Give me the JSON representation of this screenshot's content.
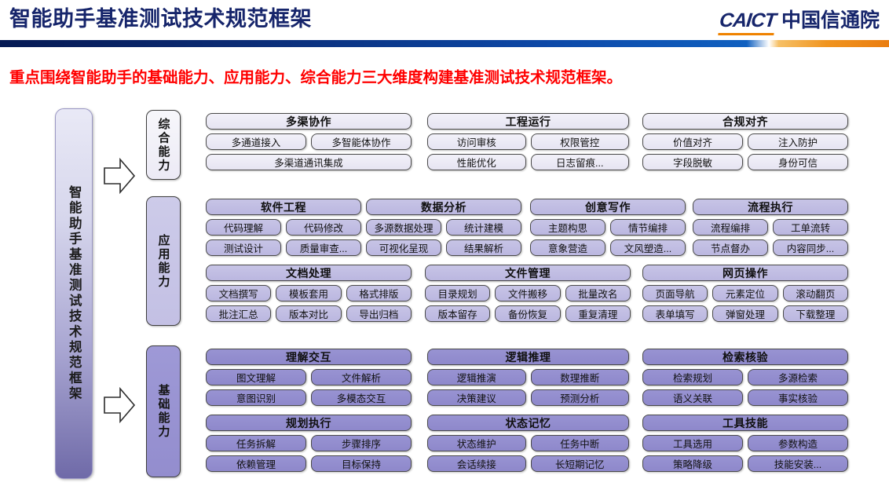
{
  "header": {
    "title": "智能助手基准测试技术规范框架",
    "logo_mark": "CAICT",
    "logo_name": "中国信通院",
    "accent_navy": "#16256b",
    "accent_orange": "#ef8200"
  },
  "subtitle": "重点围绕智能助手的基础能力、应用能力、综合能力三大维度构建基准测试技术规范框架。",
  "spine": {
    "label": "智能助手基准测试技术规范框架"
  },
  "tiers": [
    {
      "id": "comprehensive",
      "label": "综合能力",
      "groups": [
        {
          "title": "多渠协作",
          "rows": [
            [
              "多通道接入",
              "多智能体协作"
            ],
            [
              "多渠道通讯集成"
            ]
          ]
        },
        {
          "title": "工程运行",
          "rows": [
            [
              "访问审核",
              "权限管控"
            ],
            [
              "性能优化",
              "日志留痕..."
            ]
          ]
        },
        {
          "title": "合规对齐",
          "rows": [
            [
              "价值对齐",
              "注入防护"
            ],
            [
              "字段脱敏",
              "身份可信"
            ]
          ]
        }
      ]
    },
    {
      "id": "application",
      "label": "应用能力",
      "groups_row1": [
        {
          "title": "软件工程",
          "rows": [
            [
              "代码理解",
              "代码修改"
            ],
            [
              "测试设计",
              "质量审查..."
            ]
          ]
        },
        {
          "title": "数据分析",
          "rows": [
            [
              "多源数据处理",
              "统计建模"
            ],
            [
              "可视化呈现",
              "结果解析"
            ]
          ]
        },
        {
          "title": "创意写作",
          "rows": [
            [
              "主题构思",
              "情节编排"
            ],
            [
              "意象营造",
              "文风塑造..."
            ]
          ]
        },
        {
          "title": "流程执行",
          "rows": [
            [
              "流程编排",
              "工单流转"
            ],
            [
              "节点督办",
              "内容同步..."
            ]
          ]
        }
      ],
      "groups_row2": [
        {
          "title": "文档处理",
          "rows": [
            [
              "文档撰写",
              "模板套用",
              "格式排版"
            ],
            [
              "批注汇总",
              "版本对比",
              "导出归档"
            ]
          ]
        },
        {
          "title": "文件管理",
          "rows": [
            [
              "目录规划",
              "文件搬移",
              "批量改名"
            ],
            [
              "版本留存",
              "备份恢复",
              "重复清理"
            ]
          ]
        },
        {
          "title": "网页操作",
          "rows": [
            [
              "页面导航",
              "元素定位",
              "滚动翻页"
            ],
            [
              "表单填写",
              "弹窗处理",
              "下载整理"
            ]
          ]
        }
      ]
    },
    {
      "id": "foundation",
      "label": "基础能力",
      "groups_row1": [
        {
          "title": "理解交互",
          "rows": [
            [
              "图文理解",
              "文件解析"
            ],
            [
              "意图识别",
              "多模态交互"
            ]
          ]
        },
        {
          "title": "逻辑推理",
          "rows": [
            [
              "逻辑推演",
              "数理推断"
            ],
            [
              "决策建议",
              "预测分析"
            ]
          ]
        },
        {
          "title": "检索核验",
          "rows": [
            [
              "检索规划",
              "多源检索"
            ],
            [
              "语义关联",
              "事实核验"
            ]
          ]
        }
      ],
      "groups_row2": [
        {
          "title": "规划执行",
          "rows": [
            [
              "任务拆解",
              "步骤排序"
            ],
            [
              "依赖管理",
              "目标保持"
            ]
          ]
        },
        {
          "title": "状态记忆",
          "rows": [
            [
              "状态维护",
              "任务中断"
            ],
            [
              "会话续接",
              "长短期记忆"
            ]
          ]
        },
        {
          "title": "工具技能",
          "rows": [
            [
              "工具选用",
              "参数构造"
            ],
            [
              "策略降级",
              "技能安装..."
            ]
          ]
        }
      ]
    }
  ]
}
